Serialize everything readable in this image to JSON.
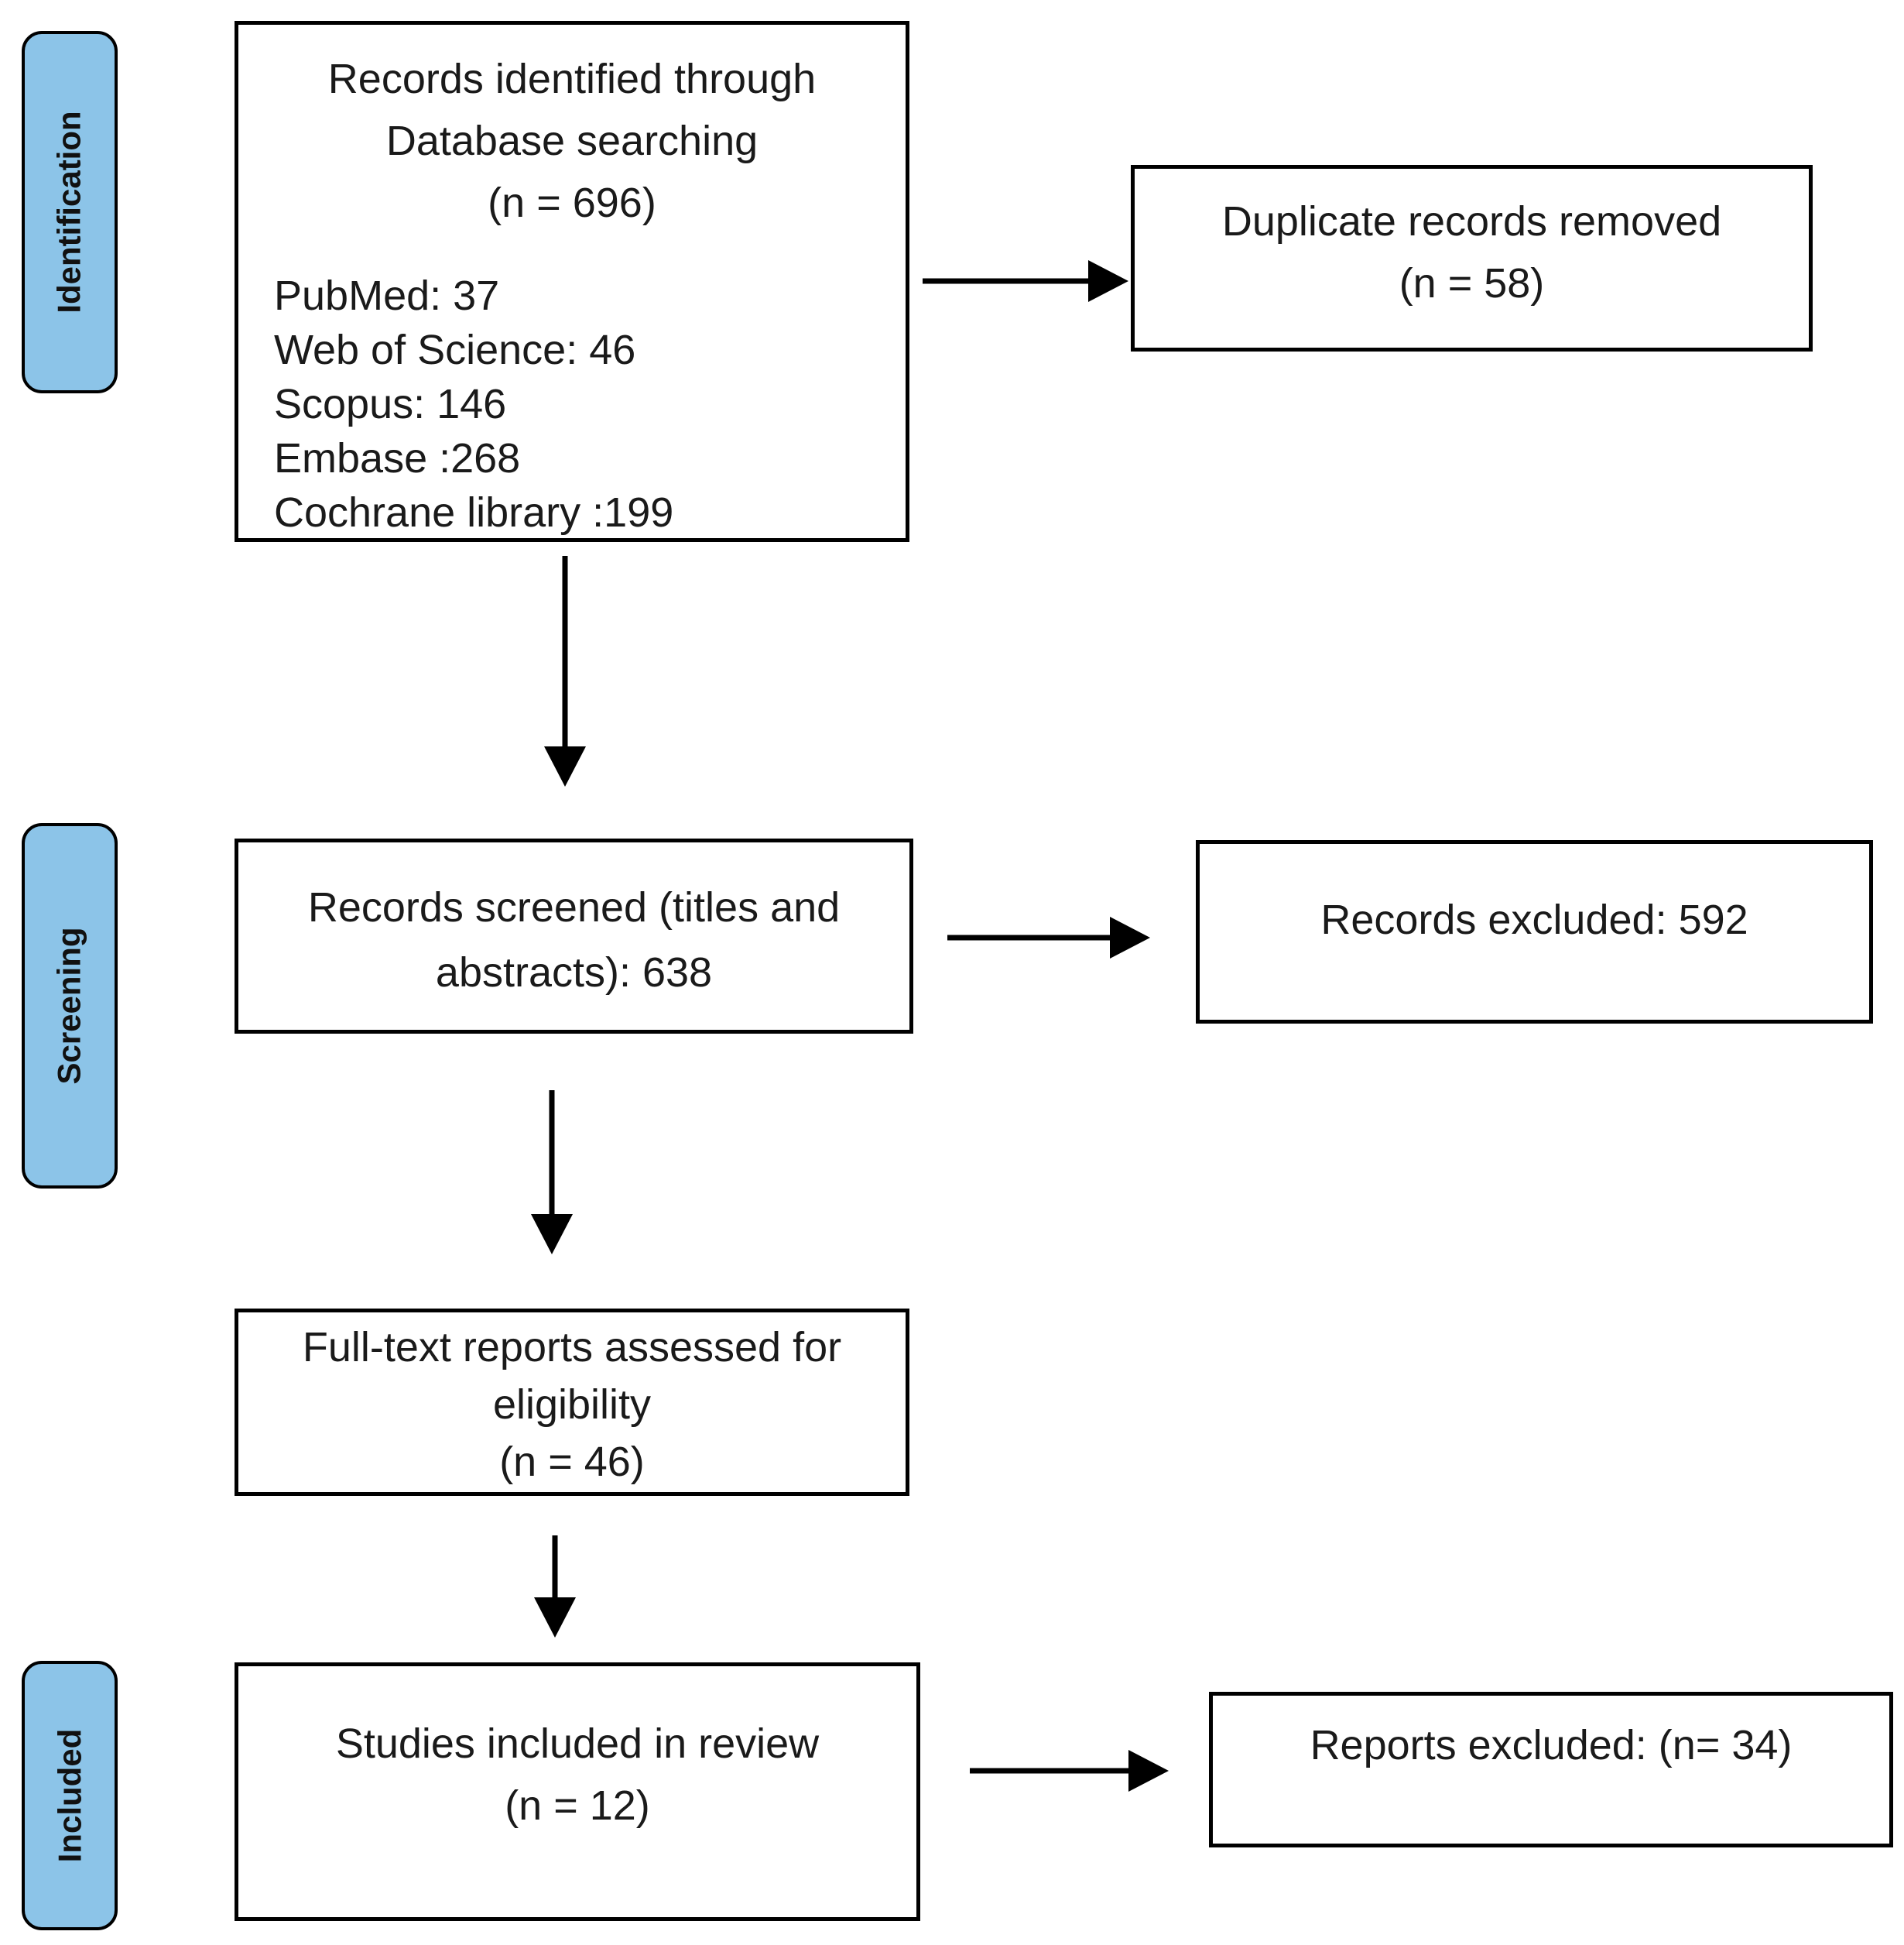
{
  "figure": {
    "stages": {
      "identification": "Identification",
      "screening": "Screening",
      "included": "Included"
    },
    "boxes": {
      "identified": {
        "line1": "Records identified through",
        "line2": "Database searching",
        "line3": "(n = 696)",
        "sources": [
          "PubMed: 37",
          "Web of Science: 46",
          "Scopus: 146",
          "Embase :268",
          "Cochrane library :199"
        ]
      },
      "duplicates": {
        "line1": "Duplicate records removed",
        "line2": "(n = 58)"
      },
      "screened": {
        "line1": "Records screened (titles and",
        "line2": "abstracts): 638"
      },
      "records_excluded": {
        "line1": "Records excluded: 592"
      },
      "fulltext": {
        "line1": "Full-text reports assessed for",
        "line2": "eligibility",
        "line3": "(n = 46)"
      },
      "included_studies": {
        "line1": "Studies included in review",
        "line2": "(n = 12)"
      },
      "reports_excluded": {
        "line1": "Reports excluded: (n= 34)"
      }
    },
    "colors": {
      "stage_fill": "#8CC4E8",
      "line": "#000000",
      "background": "#FFFFFF"
    }
  }
}
